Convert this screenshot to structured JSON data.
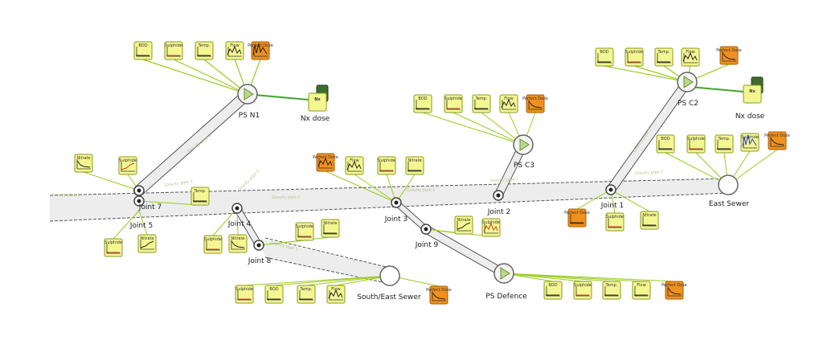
{
  "nodes": {
    "ps_n1": {
      "label": "PS N1"
    },
    "nx_dose_1": {
      "label": "Nx dose",
      "badge": "Nx"
    },
    "ps_c2": {
      "label": "PS C2"
    },
    "nx_dose_2": {
      "label": "Nx dose",
      "badge": "Nx"
    },
    "ps_c3": {
      "label": "PS C3"
    },
    "ps_defence": {
      "label": "PS Defence"
    },
    "east_sewer": {
      "label": "East Sewer"
    },
    "south_east_sewer": {
      "label": "South/East Sewer"
    },
    "joint_1": {
      "label": "Joint 1"
    },
    "joint_2": {
      "label": "Joint 2"
    },
    "joint_3": {
      "label": "Joint 3"
    },
    "joint_4": {
      "label": "Joint 4"
    },
    "joint_5": {
      "label": "Joint 5"
    },
    "joint_7": {
      "label": "Joint 7"
    },
    "joint_8": {
      "label": "Joint 8"
    },
    "joint_9": {
      "label": "Joint 9"
    }
  },
  "pipe_label": "Gravity pipe 1",
  "sensor_labels": {
    "bod": "BOD",
    "sulphide": "Sulphide",
    "temp": "Temp.",
    "flow": "Flow",
    "nitrate": "Nitrate",
    "perfect_dose": "Perfect Dose"
  },
  "colors": {
    "tile_fill": "#f4f791",
    "tile_border": "#8a9a22",
    "dose_fill": "#f0901e",
    "dose_border": "#a85e08",
    "sensor_line": "#9ccc1c",
    "pipe_fill": "#ededed",
    "pipe_border": "#555555",
    "trace_red": "#d23a2a",
    "trace_blue": "#2a3fc4",
    "trace_black": "#222222"
  }
}
